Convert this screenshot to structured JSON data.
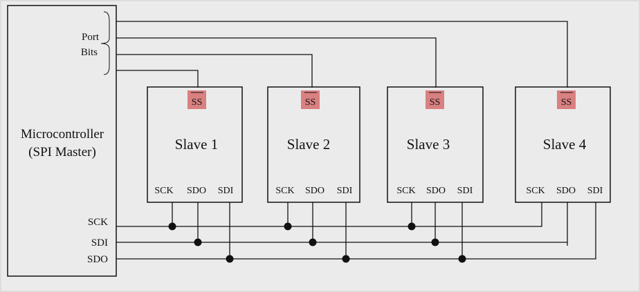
{
  "master": {
    "line1": "Microcontroller",
    "line2": "(SPI Master)",
    "port_label_1": "Port",
    "port_label_2": "Bits",
    "pins": {
      "sck": "SCK",
      "sdi": "SDI",
      "sdo": "SDO"
    }
  },
  "ss_pin_label": "SS",
  "ss_color": "#d98080",
  "slaves": [
    {
      "name": "Slave 1",
      "sck": "SCK",
      "sdo": "SDO",
      "sdi": "SDI"
    },
    {
      "name": "Slave 2",
      "sck": "SCK",
      "sdo": "SDO",
      "sdi": "SDI"
    },
    {
      "name": "Slave 3",
      "sck": "SCK",
      "sdo": "SDO",
      "sdi": "SDI"
    },
    {
      "name": "Slave 4",
      "sck": "SCK",
      "sdo": "SDO",
      "sdi": "SDI"
    }
  ]
}
